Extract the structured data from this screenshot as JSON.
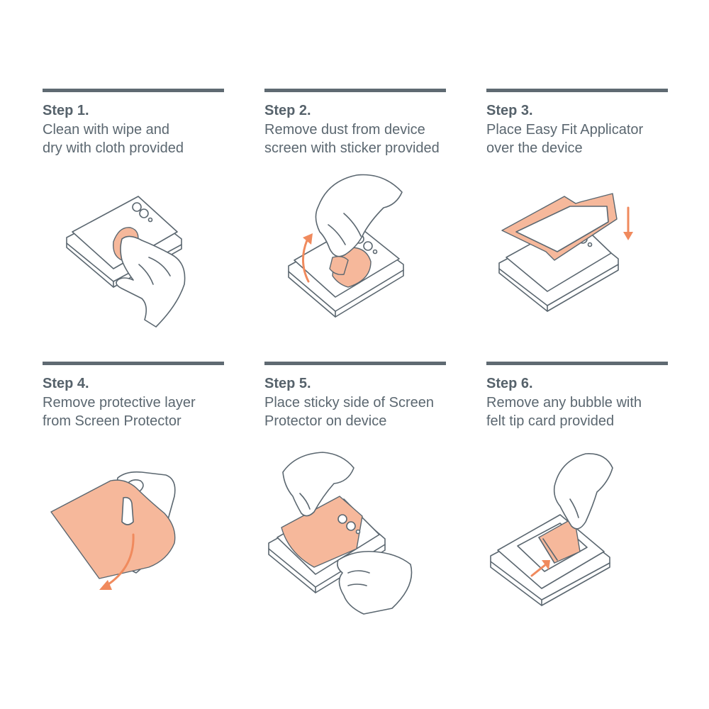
{
  "colors": {
    "rule": "#5f6a72",
    "text": "#5b6770",
    "accent_fill": "#f6b89b",
    "accent_arrow": "#f08a5d"
  },
  "steps": [
    {
      "heading": "Step 1.",
      "lines": [
        "Clean with wipe and",
        "dry with cloth provided"
      ],
      "icon": "cleaning-cloth-hand-icon"
    },
    {
      "heading": "Step 2.",
      "lines": [
        "Remove dust from device",
        "screen with sticker provided"
      ],
      "icon": "dust-sticker-hand-icon"
    },
    {
      "heading": "Step 3.",
      "lines": [
        "Place Easy Fit Applicator",
        "over the device"
      ],
      "icon": "applicator-frame-icon"
    },
    {
      "heading": "Step 4.",
      "lines": [
        "Remove protective layer",
        "from Screen Protector"
      ],
      "icon": "peel-layer-icon"
    },
    {
      "heading": "Step 5.",
      "lines": [
        "Place sticky side of Screen",
        "Protector on device"
      ],
      "icon": "place-protector-hands-icon"
    },
    {
      "heading": "Step 6.",
      "lines": [
        "Remove any bubble with",
        "felt tip card provided"
      ],
      "icon": "felt-card-hand-icon"
    }
  ]
}
